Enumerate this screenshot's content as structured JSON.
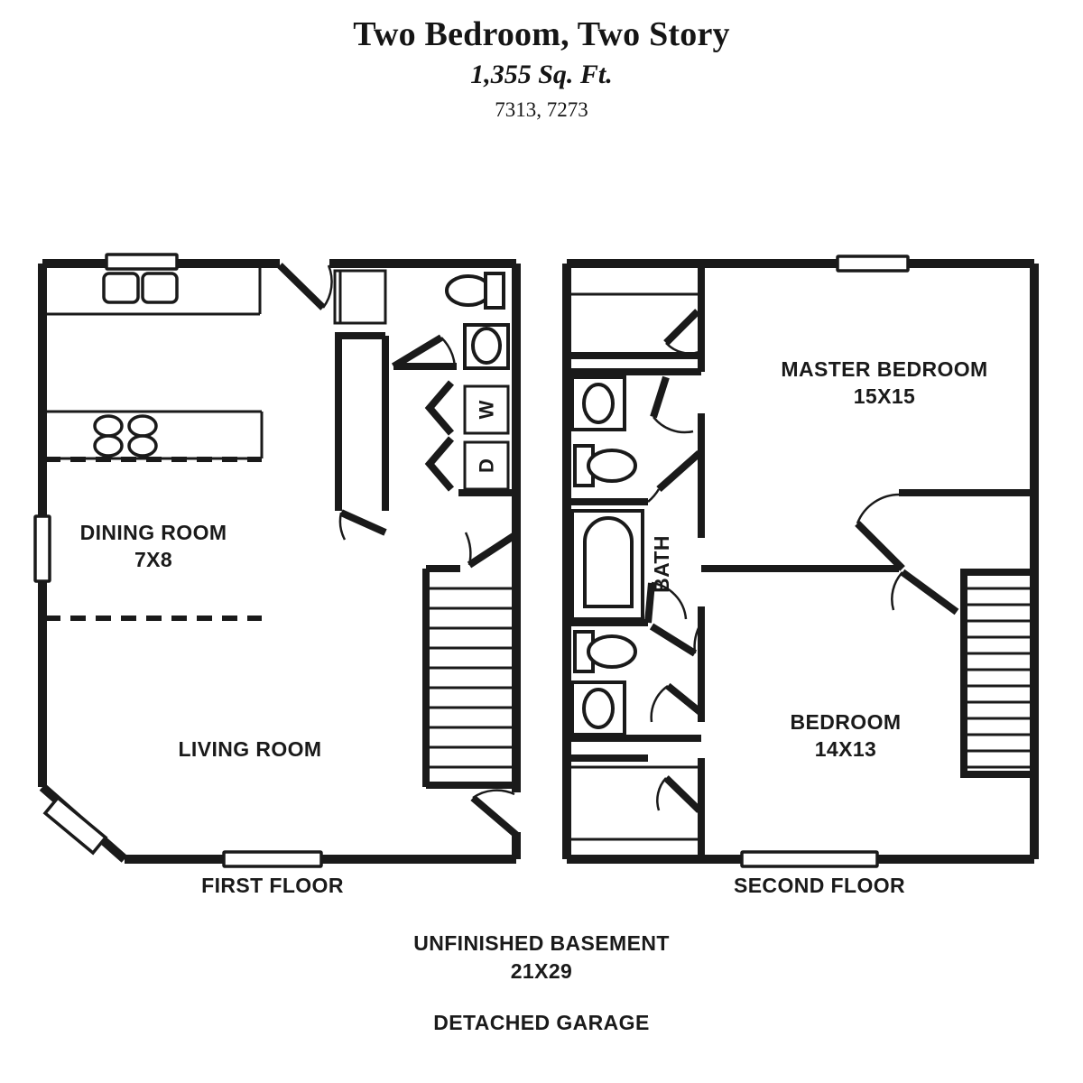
{
  "header": {
    "title": "Two Bedroom, Two Story",
    "area": "1,355 Sq. Ft.",
    "plan_codes": "7313, 7273"
  },
  "footnotes": {
    "basement_label": "UNFINISHED BASEMENT",
    "basement_dim": "21X29",
    "garage_label": "DETACHED GARAGE"
  },
  "colors": {
    "ink": "#1a1a1a",
    "paper": "#ffffff"
  },
  "floors": [
    {
      "id": "first-floor",
      "caption": "FIRST FLOOR",
      "rooms": [
        {
          "id": "dining-room",
          "label": "DINING ROOM",
          "dim": "7X8"
        },
        {
          "id": "living-room",
          "label": "LIVING ROOM",
          "dim": ""
        }
      ],
      "appliances": [
        {
          "id": "washer",
          "letter": "W"
        },
        {
          "id": "dryer",
          "letter": "D"
        }
      ],
      "features": [
        "kitchen-sink",
        "kitchen-range",
        "refrigerator",
        "half-bath-sink",
        "half-bath-toilet",
        "pantry-closet",
        "staircase",
        "entry-door",
        "angled-corner-window",
        "front-window",
        "side-window",
        "kitchen-window"
      ]
    },
    {
      "id": "second-floor",
      "caption": "SECOND FLOOR",
      "rooms": [
        {
          "id": "master-bedroom",
          "label": "MASTER BEDROOM",
          "dim": "15X15"
        },
        {
          "id": "bedroom",
          "label": "BEDROOM",
          "dim": "14X13"
        },
        {
          "id": "bath",
          "label": "BATH",
          "dim": ""
        }
      ],
      "features": [
        "closet-upper",
        "closet-lower",
        "bath-sink-upper",
        "bath-sink-lower",
        "bath-toilet-upper",
        "bath-toilet-lower",
        "bathtub",
        "staircase",
        "master-window",
        "bedroom-window"
      ]
    }
  ]
}
